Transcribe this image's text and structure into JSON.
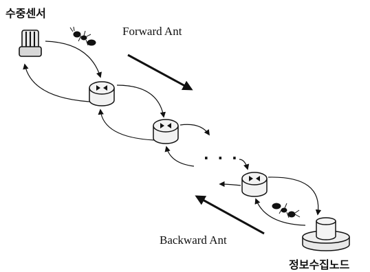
{
  "labels": {
    "sensor": "수중센서",
    "forward": "Forward Ant",
    "backward": "Backward Ant",
    "sink": "정보수집노드",
    "ellipsis": "· · ·"
  },
  "colors": {
    "ink": "#111111",
    "node_fill": "#f2f2f2"
  },
  "icons": [
    "sensor-icon",
    "router-node-icon",
    "ant-icon",
    "sink-node-icon",
    "arrow-icon"
  ]
}
